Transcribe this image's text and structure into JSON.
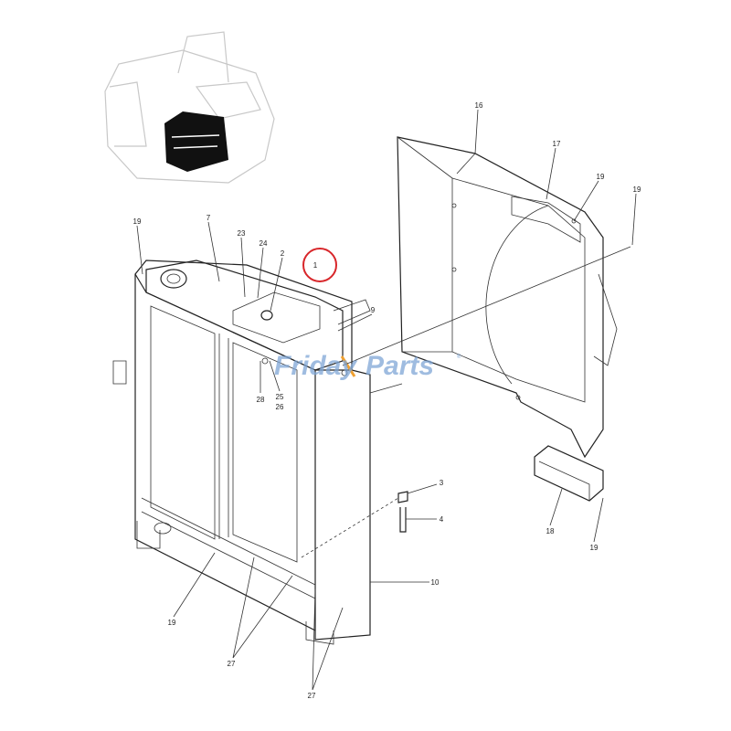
{
  "watermark": {
    "text_left": "Friday",
    "text_right": "Parts",
    "registered": "®",
    "color": "#7fa6d6",
    "accent": "#f0a030"
  },
  "highlight": {
    "label": "1",
    "color": "#d8262a"
  },
  "callouts": [
    {
      "id": "16"
    },
    {
      "id": "17"
    },
    {
      "id": "19"
    },
    {
      "id": "19"
    },
    {
      "id": "19"
    },
    {
      "id": "7"
    },
    {
      "id": "23"
    },
    {
      "id": "24"
    },
    {
      "id": "2"
    },
    {
      "id": "1"
    },
    {
      "id": "9"
    },
    {
      "id": "28"
    },
    {
      "id": "25"
    },
    {
      "id": "26"
    },
    {
      "id": "3"
    },
    {
      "id": "4"
    },
    {
      "id": "10"
    },
    {
      "id": "18"
    },
    {
      "id": "19"
    },
    {
      "id": "19"
    },
    {
      "id": "27"
    },
    {
      "id": "27"
    }
  ]
}
